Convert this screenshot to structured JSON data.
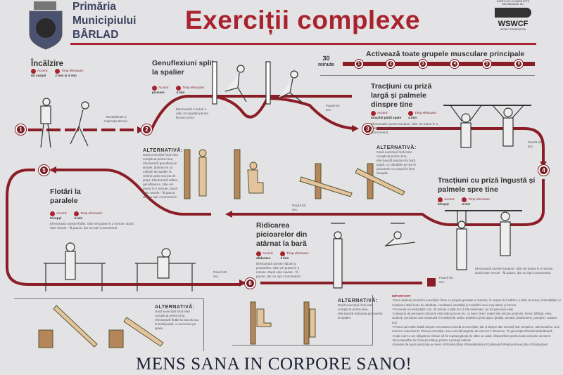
{
  "header": {
    "municipality": [
      "Primăria",
      "Municipiului",
      "BÂRLAD"
    ],
    "title": "Exerciții complexe",
    "sponsor_line": "ACEST LOC CU BARE ESTE RECOMANDAT DE:",
    "sponsor_logo": "WSWCF",
    "sponsor_sub": "WORLD FEDERATION"
  },
  "overview": {
    "heading": "Activează toate grupele musculare principale",
    "duration_value": "30",
    "duration_unit": "minute",
    "steps": [
      "1",
      "2",
      "3",
      "4",
      "5",
      "6"
    ]
  },
  "exercises": [
    {
      "num": "1",
      "title": "Încălzire",
      "accent_label": "Accent:",
      "accent": "tot corpul",
      "time_label": "Timp efectuare:",
      "time": "2 min și 4 min",
      "note": "Restabilește-ți respirația 60 sec."
    },
    {
      "num": "2",
      "title": "Genuflexiuni split la spalier",
      "accent_label": "Accent:",
      "accent": "picioare",
      "time_label": "Timp efectuare:",
      "time": "4 min",
      "note": "Efectuează 2 seturi a câte 10 repetări pentru fiecare picior"
    },
    {
      "num": "3",
      "title": "Tracțiuni cu priză largă și palmele dinspre tine",
      "accent_label": "Accent:",
      "accent": "mușchii părții spate",
      "time_label": "Timp efectuare:",
      "time": "4 min",
      "note": "Efectuează aceste tracțiuni, câte vei putea în 4 minute. Dacă este nevoie - fă pauze, dar nu opri cronometrul."
    },
    {
      "num": "4",
      "title": "Tracțiuni cu priză îngustă și palmele spre tine",
      "accent_label": "Accent:",
      "accent": "bicepși",
      "time_label": "Timp efectuare:",
      "time": "4 min",
      "note": "Efectuează aceste tracțiuni, câte vei putea în 4 minute. Dacă este nevoie - fă pauze, dar nu opri cronometrul."
    },
    {
      "num": "5",
      "title": "Flotări la paralele",
      "accent_label": "Accent:",
      "accent": "tricepși",
      "time_label": "Timp efectuare:",
      "time": "3 min",
      "note": "Efectuează aceste flotări, câte vei putea în 3 minute. Dacă este nevoie - fă pauze, dar nu opri cronometrul."
    },
    {
      "num": "6",
      "title": "Ridicarea picioarelor din atârnat la bară",
      "accent_label": "Accent:",
      "accent": "abdomen",
      "time_label": "Timp efectuare:",
      "time": "3 min",
      "note": "Efectuează aceste ridicări a picioarelor, câte vei putea în 3 minute. Dacă este nevoie - fă pauze, dar nu opri cronometrul."
    }
  ],
  "pause": "Pauză 60 sec.",
  "alternatives": {
    "heading": "ALTERNATIVĂ:",
    "items": [
      "Dacă exercițiul încă este complicat pentru tine, efectuează genuflexiuni simple, ținându-te cu mâinile de spalier la nivelul puțin mai jos de piept. Efectuează atâtea genuflexiuni, câte vei putea în 4 minute. Dacă este nevoie - fă pauze, dar nu opri cronometrul.",
      "Dacă exercițiul încă este complicat pentru tine, efectuează tracțiuni la bară joasă, cu călcâiele pe sol și picioarele cu corpul în linie dreaptă.",
      "Dacă exercițiul încă este complicat pentru tine, efectuează flotări la bancă sau la bară joasă, cu accentul pe spate.",
      "Dacă exercițiul încă este complicat pentru tine, efectuează ridicarea picioarelor la spalier."
    ]
  },
  "important": {
    "heading": "IMPORTANT!",
    "lines": [
      "-Teren dedicat practicării exercițiilor fizice cu propria greutate a corpului, în scopul de încălzire a stării de tonus, îmbunătățirii și menținerii stării bune de sănătate, combaterii obezității și modelării unui corp atletic și frumos",
      "-Frecvența recomandată: min. 30 minute o dată la 2-3 zile sistematic, pe tot parcursul vieții",
      "-Categoria de persoane cărora le este indicat acest loc, cu bare: tineri, maturi (de oricare profesie), femei, bărbați, elevi, studenți, persoane care activează în instituții de ordine publică și prim ajutor (poliție, armată, jandarmerie, pompieri, sanitari etc)",
      "-Pentru mai multe detalii despre executarea corectă a exercițiilor, dar și despre alte exerciții mai complexe, adresează-te unui antrenor autorizat de Fitness și Nutriție, sau consultă paginile de internet în domeniu. Fii generația #RomâniaSănătoasă",
      "-Copiii sub 14 ani obligatoriu trebuie să fie supravegheați de către un adult, răspunzător pentru toate acțiunile acestora",
      "-Recomandăm să folosești mănuși pentru a proteja mâinile",
      "-Domenii de sport practicate pe teren: #FitnessUrban #StreetWorkout #Calistenică #MișcareÎnAerLiber #OraDeSport"
    ]
  },
  "motto": "MENS SANA IN CORPORE SANO!",
  "colors": {
    "brand_red": "#a8232d",
    "dark_red": "#7a1b22",
    "navy": "#3d4260",
    "skin": "#e3c49c"
  }
}
